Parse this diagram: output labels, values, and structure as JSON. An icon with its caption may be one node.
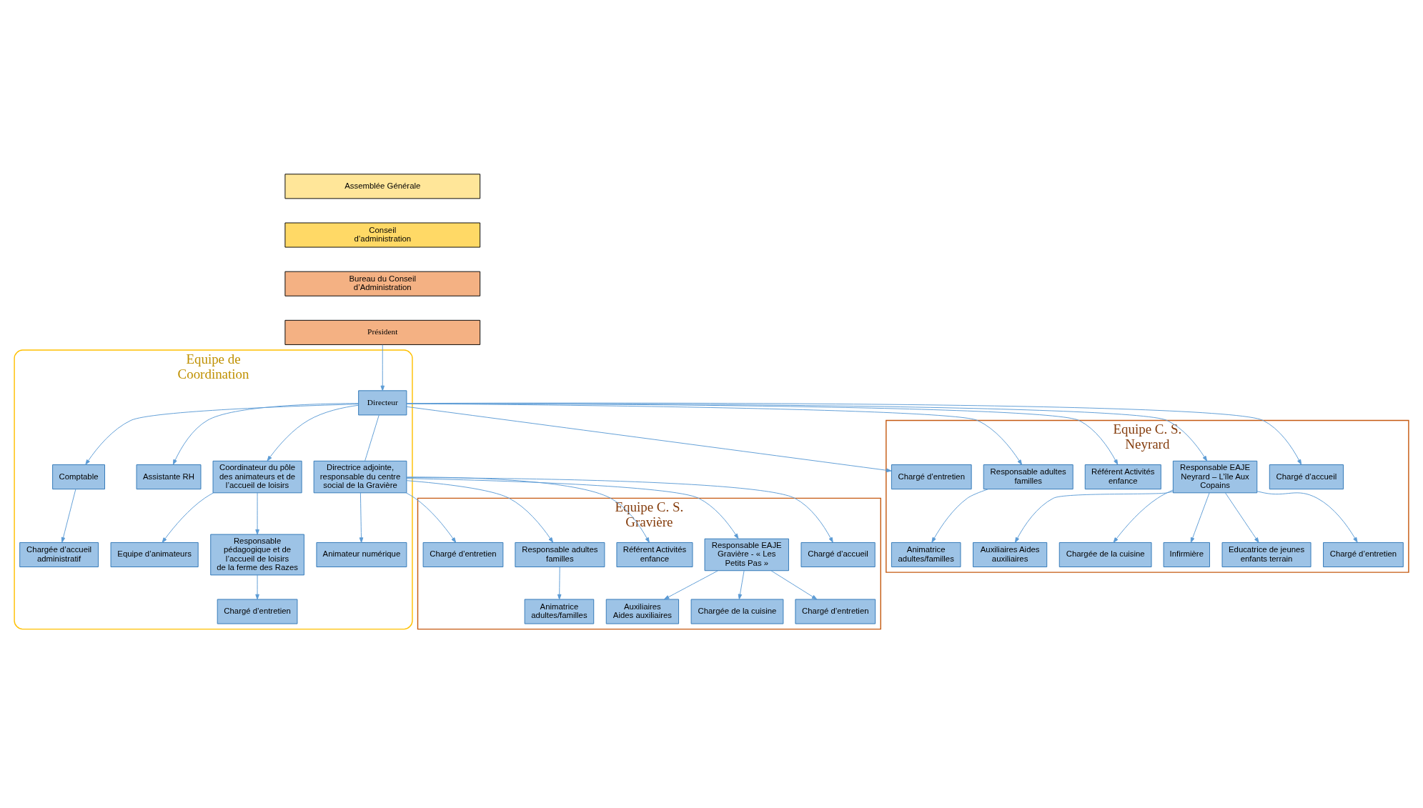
{
  "diagram": {
    "nodes": [
      {
        "text": [
          "Assemblée Générale"
        ]
      },
      {
        "text": [
          "Conseil d’administration"
        ]
      },
      {
        "text": [
          "Bureau du Conseil d’Administration"
        ]
      },
      {
        "text": [
          "Président"
        ]
      },
      {
        "text": [
          "Equipe de Coordination"
        ]
      },
      {
        "text": [
          "Directeur"
        ],
        "in": 4
      },
      {
        "text": [
          "Comptable"
        ],
        "in": 4
      },
      {
        "text": [
          "Assistante RH"
        ],
        "in": 4
      },
      {
        "text": [
          "Chargée d’accueil administratif"
        ],
        "in": 4
      },
      {
        "text": [
          "Directrice adjointe, responsable du centre social de la Gravière"
        ],
        "in": 4
      },
      {
        "text": [
          "Animateur numérique"
        ],
        "in": 4
      },
      {
        "text": [
          "Coordinateur du pôle des animateurs et de l’accueil de loisirs"
        ],
        "in": 4
      },
      {
        "text": [
          "Equipe d’animateurs"
        ],
        "in": 4
      },
      {
        "text": [
          "Responsable pédagogique et de l’accueil de loisirs de la ferme des Razes"
        ],
        "in": 4
      },
      {
        "text": [
          "Chargé d’entretien"
        ],
        "in": 4
      },
      {
        "text": [
          "Equipe C. S. Neyrard"
        ]
      },
      {
        "text": [
          "Chargé d’accueil"
        ],
        "in": 15
      },
      {
        "text": [
          "Responsable EAJE Neyrard – L’île Aux Copains"
        ],
        "in": 15
      },
      {
        "text": [
          "Référent Activités enfance"
        ],
        "in": 15
      },
      {
        "text": [
          "Responsable adultes familles"
        ],
        "in": 15
      },
      {
        "text": [
          "Chargé d’entretien"
        ],
        "in": 15
      },
      {
        "text": [
          "Animatrice adultes/familles"
        ],
        "in": 15
      },
      {
        "text": [
          "Auxiliaires Aides auxiliaires"
        ],
        "in": 15
      },
      {
        "text": [
          "Chargée de la cuisine"
        ],
        "in": 15
      },
      {
        "text": [
          "Infirmière"
        ],
        "in": 15
      },
      {
        "text": [
          "Educatrice de jeunes enfants terrain"
        ],
        "in": 15
      },
      {
        "text": [
          "Chargé d’entretien"
        ],
        "in": 15
      },
      {
        "text": [
          "Equipe C. S. Gravière"
        ]
      },
      {
        "text": [
          "Chargé d’accueil"
        ],
        "in": 27
      },
      {
        "text": [
          "Responsable EAJE Gravière - « Les Petits Pas »"
        ],
        "in": 27
      },
      {
        "text": [
          "Référent Activités enfance"
        ],
        "in": 27
      },
      {
        "text": [
          "Responsable adultes familles"
        ],
        "in": 27
      },
      {
        "text": [
          "Chargé d’entretien"
        ],
        "in": 27
      },
      {
        "text": [
          "Auxiliaires",
          "Aides auxiliaires"
        ],
        "in": 27
      },
      {
        "text": [
          "Chargée de la cuisine"
        ],
        "in": 27
      },
      {
        "text": [
          "Chargé d’entretien"
        ],
        "in": 27
      },
      {
        "text": [
          "Animatrice adultes/familles"
        ],
        "in": 27
      }
    ],
    "edges": [
      {
        "from": 3,
        "to": 5,
        "arrow": "to"
      },
      {
        "from": 5,
        "to": 6,
        "arrow": "to"
      },
      {
        "from": 5,
        "to": 7,
        "arrow": "to"
      },
      {
        "from": 6,
        "to": 8,
        "arrow": "to"
      },
      {
        "from": 5,
        "to": 9,
        "arrow": "none"
      },
      {
        "from": 9,
        "to": 10,
        "arrow": "to"
      },
      {
        "from": 5,
        "to": 11,
        "arrow": "to"
      },
      {
        "from": 11,
        "to": 12,
        "arrow": "to"
      },
      {
        "from": 11,
        "to": 13,
        "arrow": "to"
      },
      {
        "from": 13,
        "to": 14,
        "arrow": "to"
      },
      {
        "from": 5,
        "to": 16,
        "arrow": "to"
      },
      {
        "from": 5,
        "to": 17,
        "arrow": "to"
      },
      {
        "from": 5,
        "to": 18,
        "arrow": "to"
      },
      {
        "from": 5,
        "to": 19,
        "arrow": "to"
      },
      {
        "from": 5,
        "to": 20,
        "arrow": "to"
      },
      {
        "from": 19,
        "to": 21,
        "arrow": "to"
      },
      {
        "from": 17,
        "to": 22,
        "arrow": "to"
      },
      {
        "from": 17,
        "to": 23,
        "arrow": "to"
      },
      {
        "from": 17,
        "to": 24,
        "arrow": "to"
      },
      {
        "from": 17,
        "to": 25,
        "arrow": "to"
      },
      {
        "from": 17,
        "to": 26,
        "arrow": "to"
      },
      {
        "from": 9,
        "to": 28,
        "arrow": "to"
      },
      {
        "from": 9,
        "to": 29,
        "arrow": "to"
      },
      {
        "from": 9,
        "to": 30,
        "arrow": "to"
      },
      {
        "from": 9,
        "to": 31,
        "arrow": "to"
      },
      {
        "from": 9,
        "to": 32,
        "arrow": "to"
      },
      {
        "from": 29,
        "to": 33,
        "arrow": "to"
      },
      {
        "from": 29,
        "to": 34,
        "arrow": "to"
      },
      {
        "from": 29,
        "to": 35,
        "arrow": "to"
      },
      {
        "from": 31,
        "to": 36,
        "arrow": "to"
      }
    ]
  }
}
